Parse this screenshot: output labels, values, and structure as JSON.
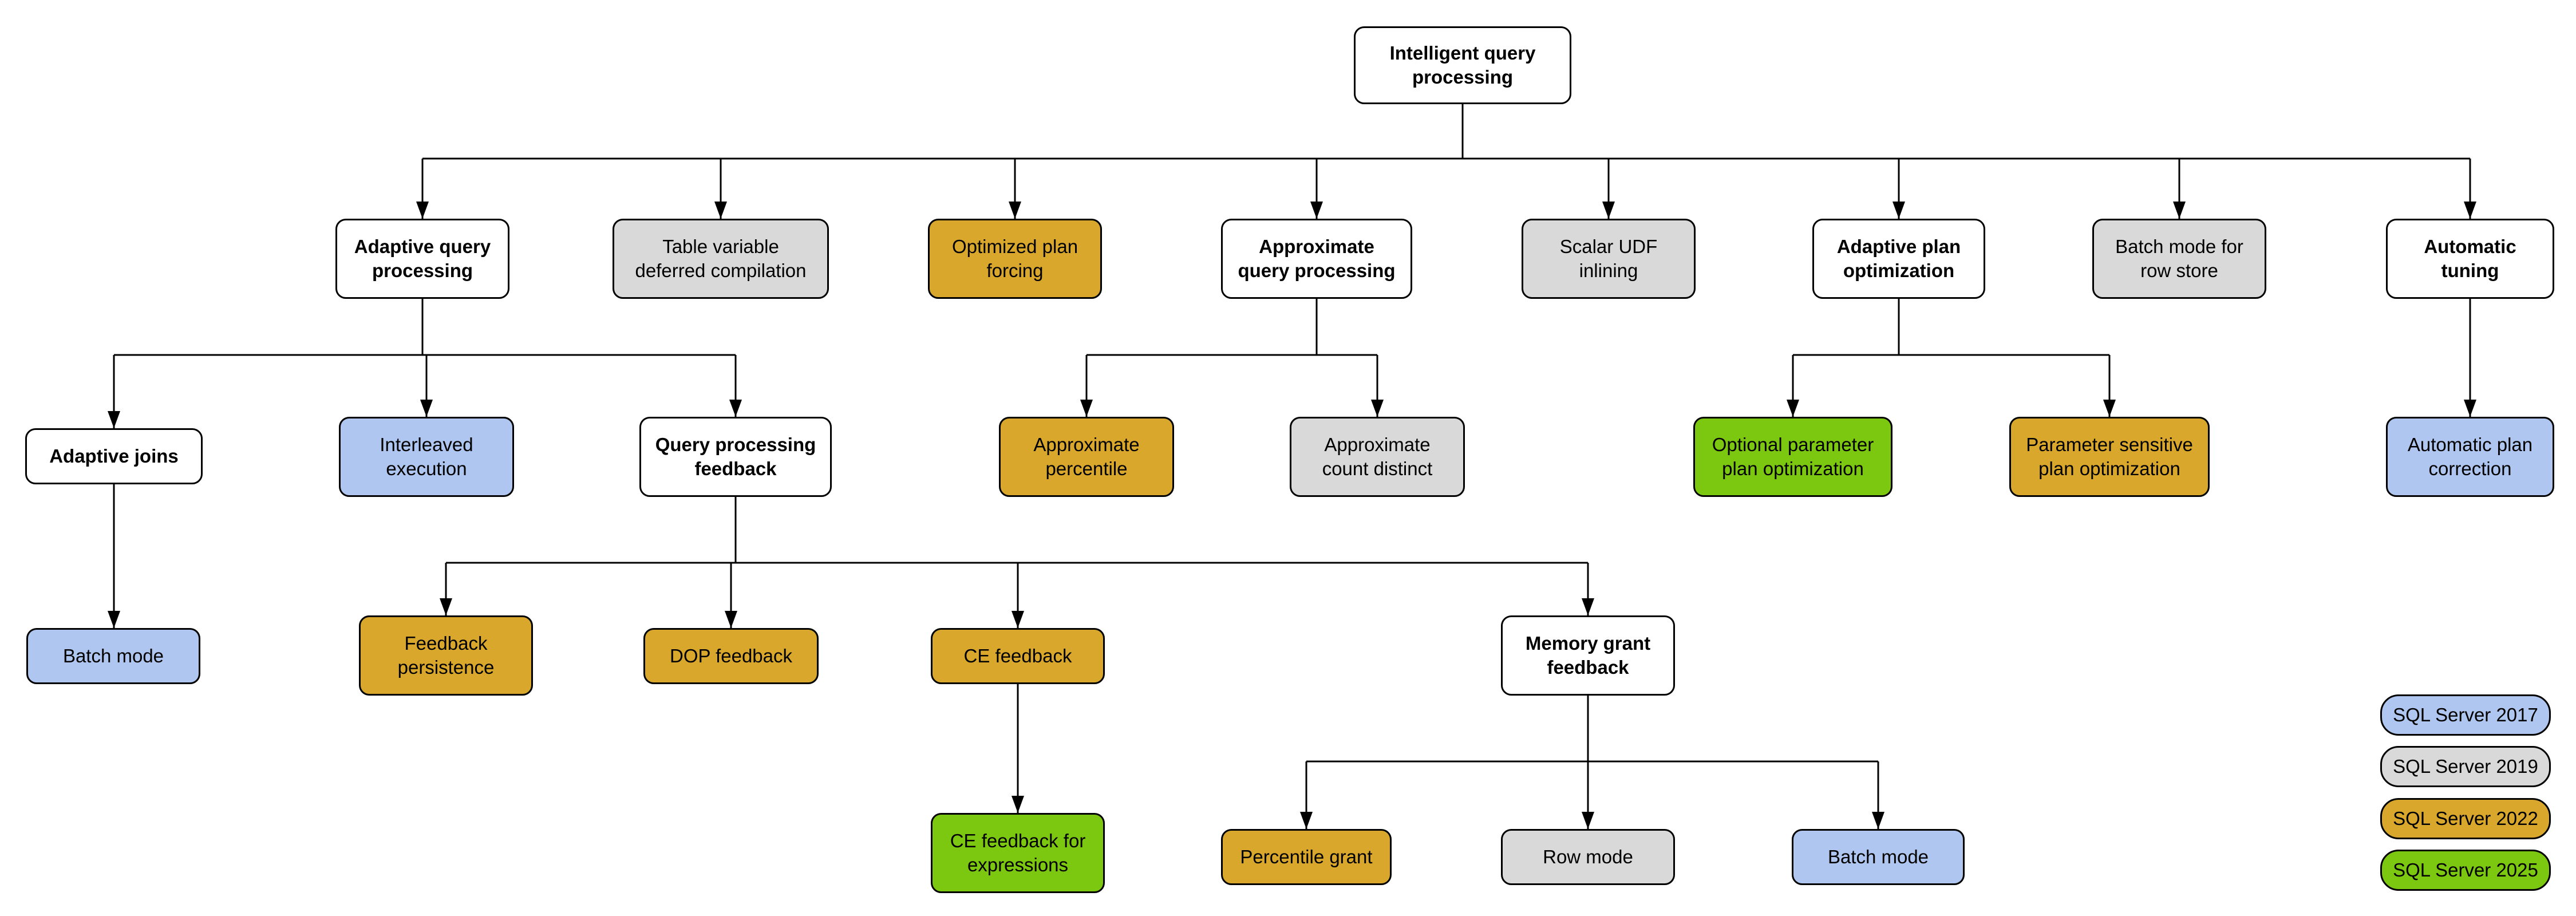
{
  "colors": {
    "sql2017": "#AEC6F0",
    "sql2019": "#D9D9D9",
    "sql2022": "#D9A72B",
    "sql2025": "#7CC70F",
    "parent_node": "#FFFFFF",
    "border": "#000000"
  },
  "nodes": {
    "root": {
      "label": "Intelligent query\nprocessing",
      "version": "parent"
    },
    "adaptive_query_processing": {
      "label": "Adaptive query\nprocessing",
      "version": "parent"
    },
    "table_variable_deferred_compilation": {
      "label": "Table variable\ndeferred compilation",
      "version": "2019"
    },
    "optimized_plan_forcing": {
      "label": "Optimized plan\nforcing",
      "version": "2022"
    },
    "approximate_query_processing": {
      "label": "Approximate\nquery processing",
      "version": "parent"
    },
    "scalar_udf_inlining": {
      "label": "Scalar UDF\ninlining",
      "version": "2019"
    },
    "adaptive_plan_optimization": {
      "label": "Adaptive plan\noptimization",
      "version": "parent"
    },
    "batch_mode_for_row_store": {
      "label": "Batch mode for\nrow store",
      "version": "2019"
    },
    "automatic_tuning": {
      "label": "Automatic\ntuning",
      "version": "parent"
    },
    "adaptive_joins": {
      "label": "Adaptive joins",
      "version": "parent"
    },
    "interleaved_execution": {
      "label": "Interleaved\nexecution",
      "version": "2017"
    },
    "query_processing_feedback": {
      "label": "Query processing\nfeedback",
      "version": "parent"
    },
    "approximate_percentile": {
      "label": "Approximate\npercentile",
      "version": "2022"
    },
    "approximate_count_distinct": {
      "label": "Approximate\ncount distinct",
      "version": "2019"
    },
    "optional_parameter_plan_optimization": {
      "label": "Optional parameter\nplan optimization",
      "version": "2025"
    },
    "parameter_sensitive_plan_optimization": {
      "label": "Parameter sensitive\nplan optimization",
      "version": "2022"
    },
    "automatic_plan_correction": {
      "label": "Automatic plan\ncorrection",
      "version": "2017"
    },
    "batch_mode_adaptive_joins": {
      "label": "Batch mode",
      "version": "2017"
    },
    "feedback_persistence": {
      "label": "Feedback\npersistence",
      "version": "2022"
    },
    "dop_feedback": {
      "label": "DOP feedback",
      "version": "2022"
    },
    "ce_feedback": {
      "label": "CE feedback",
      "version": "2022"
    },
    "memory_grant_feedback": {
      "label": "Memory grant\nfeedback",
      "version": "parent"
    },
    "ce_feedback_for_expressions": {
      "label": "CE feedback for\nexpressions",
      "version": "2025"
    },
    "percentile_grant": {
      "label": "Percentile grant",
      "version": "2022"
    },
    "row_mode": {
      "label": "Row mode",
      "version": "2019"
    },
    "batch_mode_memory_grant": {
      "label": "Batch mode",
      "version": "2017"
    }
  },
  "legend": {
    "items": [
      {
        "label": "SQL Server 2017",
        "color": "#AEC6F0"
      },
      {
        "label": "SQL Server 2019",
        "color": "#D9D9D9"
      },
      {
        "label": "SQL Server 2022",
        "color": "#D9A72B"
      },
      {
        "label": "SQL Server 2025",
        "color": "#7CC70F"
      }
    ]
  }
}
